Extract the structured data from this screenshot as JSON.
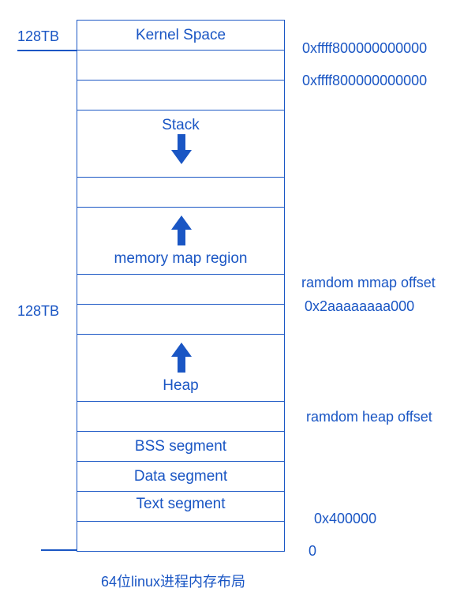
{
  "diagram": {
    "left_labels": {
      "top_size": "128TB",
      "middle_size": "128TB"
    },
    "segments": {
      "kernel": "Kernel Space",
      "stack": "Stack",
      "mmap": "memory map region",
      "heap": "Heap",
      "bss": "BSS segment",
      "data": "Data segment",
      "text": "Text segment"
    },
    "right_labels": {
      "addr1": "0xffff800000000000",
      "addr2": "0xffff800000000000",
      "mmap_offset": "ramdom mmap offset",
      "mmap_base": "0x2aaaaaaaa000",
      "heap_offset": "ramdom heap offset",
      "text_base": "0x400000",
      "zero": "0"
    },
    "caption": "64位linux进程内存布局",
    "colors": {
      "primary": "#1a56c4"
    }
  }
}
